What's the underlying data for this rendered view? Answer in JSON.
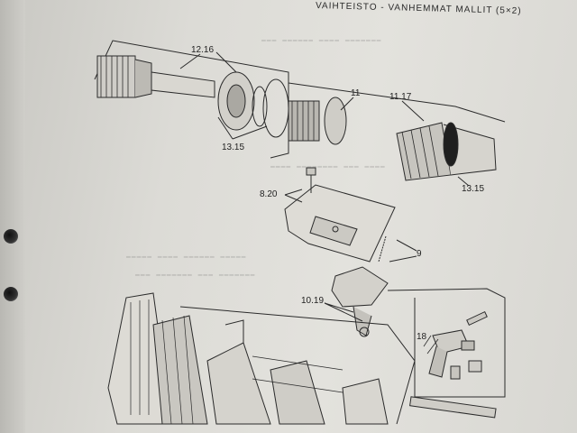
{
  "header": "VAIHTEISTO - VANHEMMAT MALLIT (5×2)",
  "labels": {
    "l1216": "12.16",
    "l1315a": "13.15",
    "l11": "11",
    "l1117": "11.17",
    "l1315b": "13.15",
    "l820": "8.20",
    "l9": "9",
    "l1019": "10.19",
    "l18": "18"
  }
}
